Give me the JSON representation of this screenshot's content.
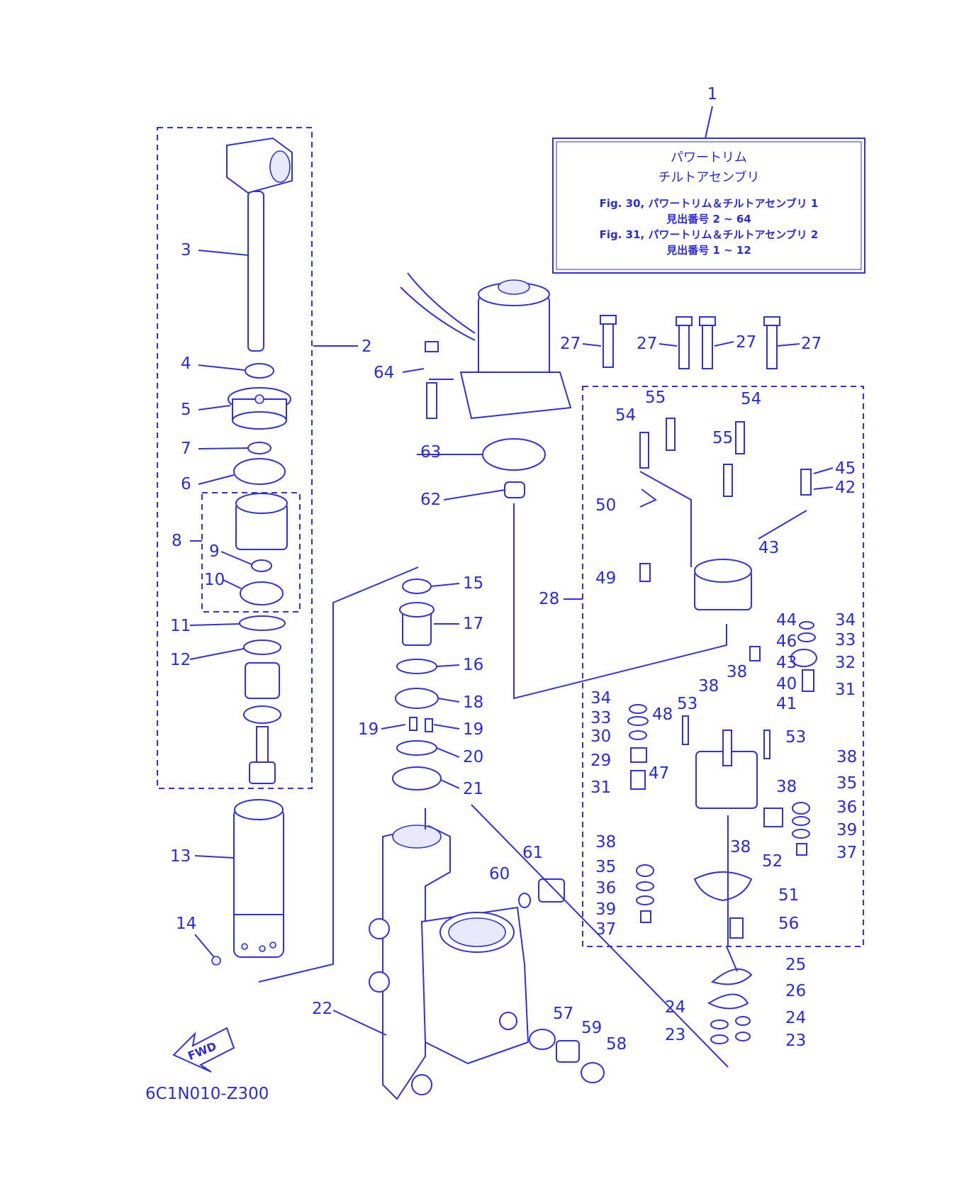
{
  "figure_code": "6C1N010-Z300",
  "direction_arrow": "FWD",
  "reference_box": {
    "callout": "1",
    "title_line1": "パワートリム",
    "title_line2": "チルトアセンブリ",
    "ref1_line": "Fig. 30, パワートリム＆チルトアセンブリ 1",
    "ref1_range": "見出番号 2 ~ 64",
    "ref2_line": "Fig. 31, パワートリム＆チルトアセンブリ 2",
    "ref2_range": "見出番号 1 ~ 12"
  },
  "callouts": [
    {
      "id": "c2",
      "text": "2"
    },
    {
      "id": "c3",
      "text": "3"
    },
    {
      "id": "c4",
      "text": "4"
    },
    {
      "id": "c5",
      "text": "5"
    },
    {
      "id": "c6",
      "text": "6"
    },
    {
      "id": "c7",
      "text": "7"
    },
    {
      "id": "c8",
      "text": "8"
    },
    {
      "id": "c9",
      "text": "9"
    },
    {
      "id": "c10",
      "text": "10"
    },
    {
      "id": "c11",
      "text": "11"
    },
    {
      "id": "c12",
      "text": "12"
    },
    {
      "id": "c13",
      "text": "13"
    },
    {
      "id": "c14",
      "text": "14"
    },
    {
      "id": "c15",
      "text": "15"
    },
    {
      "id": "c16",
      "text": "16"
    },
    {
      "id": "c17",
      "text": "17"
    },
    {
      "id": "c18",
      "text": "18"
    },
    {
      "id": "c19a",
      "text": "19"
    },
    {
      "id": "c19b",
      "text": "19"
    },
    {
      "id": "c20",
      "text": "20"
    },
    {
      "id": "c21",
      "text": "21"
    },
    {
      "id": "c22",
      "text": "22"
    },
    {
      "id": "c23a",
      "text": "23"
    },
    {
      "id": "c23b",
      "text": "23"
    },
    {
      "id": "c24a",
      "text": "24"
    },
    {
      "id": "c24b",
      "text": "24"
    },
    {
      "id": "c25",
      "text": "25"
    },
    {
      "id": "c26",
      "text": "26"
    },
    {
      "id": "c27a",
      "text": "27"
    },
    {
      "id": "c27b",
      "text": "27"
    },
    {
      "id": "c27c",
      "text": "27"
    },
    {
      "id": "c27d",
      "text": "27"
    },
    {
      "id": "c28",
      "text": "28"
    },
    {
      "id": "c29",
      "text": "29"
    },
    {
      "id": "c30",
      "text": "30"
    },
    {
      "id": "c31a",
      "text": "31"
    },
    {
      "id": "c31b",
      "text": "31"
    },
    {
      "id": "c32",
      "text": "32"
    },
    {
      "id": "c33a",
      "text": "33"
    },
    {
      "id": "c33b",
      "text": "33"
    },
    {
      "id": "c34a",
      "text": "34"
    },
    {
      "id": "c34b",
      "text": "34"
    },
    {
      "id": "c35a",
      "text": "35"
    },
    {
      "id": "c35b",
      "text": "35"
    },
    {
      "id": "c36a",
      "text": "36"
    },
    {
      "id": "c36b",
      "text": "36"
    },
    {
      "id": "c37a",
      "text": "37"
    },
    {
      "id": "c37b",
      "text": "37"
    },
    {
      "id": "c38a",
      "text": "38"
    },
    {
      "id": "c38b",
      "text": "38"
    },
    {
      "id": "c38c",
      "text": "38"
    },
    {
      "id": "c38d",
      "text": "38"
    },
    {
      "id": "c38e",
      "text": "38"
    },
    {
      "id": "c38f",
      "text": "38"
    },
    {
      "id": "c39a",
      "text": "39"
    },
    {
      "id": "c39b",
      "text": "39"
    },
    {
      "id": "c40",
      "text": "40"
    },
    {
      "id": "c41",
      "text": "41"
    },
    {
      "id": "c42",
      "text": "42"
    },
    {
      "id": "c43a",
      "text": "43"
    },
    {
      "id": "c43b",
      "text": "43"
    },
    {
      "id": "c44",
      "text": "44"
    },
    {
      "id": "c45",
      "text": "45"
    },
    {
      "id": "c46",
      "text": "46"
    },
    {
      "id": "c47",
      "text": "47"
    },
    {
      "id": "c48",
      "text": "48"
    },
    {
      "id": "c49",
      "text": "49"
    },
    {
      "id": "c50",
      "text": "50"
    },
    {
      "id": "c51",
      "text": "51"
    },
    {
      "id": "c52",
      "text": "52"
    },
    {
      "id": "c53a",
      "text": "53"
    },
    {
      "id": "c53b",
      "text": "53"
    },
    {
      "id": "c54a",
      "text": "54"
    },
    {
      "id": "c54b",
      "text": "54"
    },
    {
      "id": "c55a",
      "text": "55"
    },
    {
      "id": "c55b",
      "text": "55"
    },
    {
      "id": "c56",
      "text": "56"
    },
    {
      "id": "c57",
      "text": "57"
    },
    {
      "id": "c58",
      "text": "58"
    },
    {
      "id": "c59",
      "text": "59"
    },
    {
      "id": "c60",
      "text": "60"
    },
    {
      "id": "c61",
      "text": "61"
    },
    {
      "id": "c62",
      "text": "62"
    },
    {
      "id": "c63",
      "text": "63"
    },
    {
      "id": "c64",
      "text": "64"
    }
  ]
}
